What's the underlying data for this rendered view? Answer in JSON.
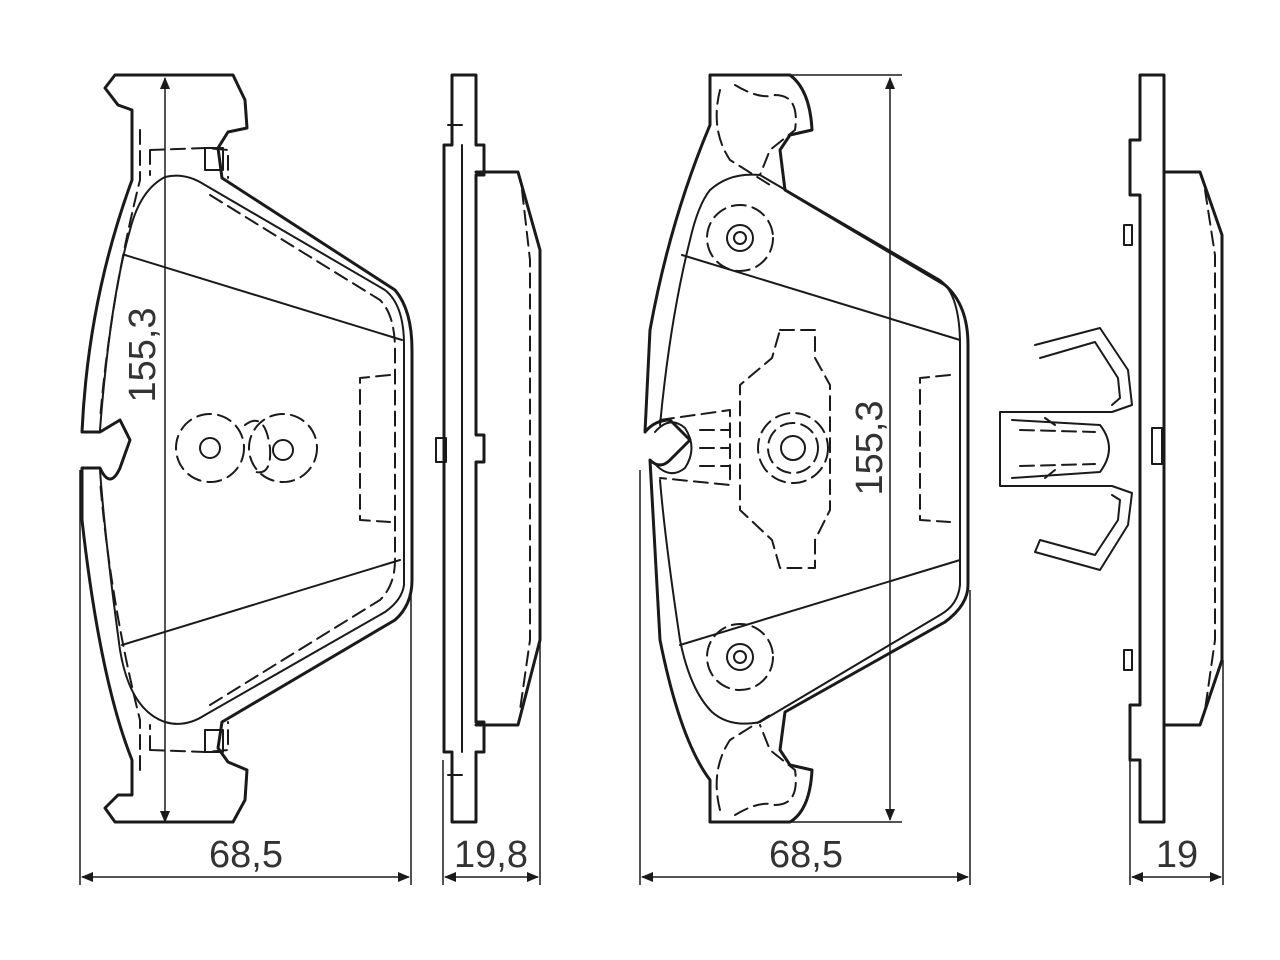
{
  "dimensions": {
    "pad1_width": "68,5",
    "pad1_height": "155,3",
    "pad1_side_thickness": "19,8",
    "pad2_width": "68,5",
    "pad2_height": "155,3",
    "pad2_side_thickness": "19"
  },
  "colors": {
    "line": "#1a1a1a",
    "text": "#333333",
    "background": "#ffffff"
  }
}
